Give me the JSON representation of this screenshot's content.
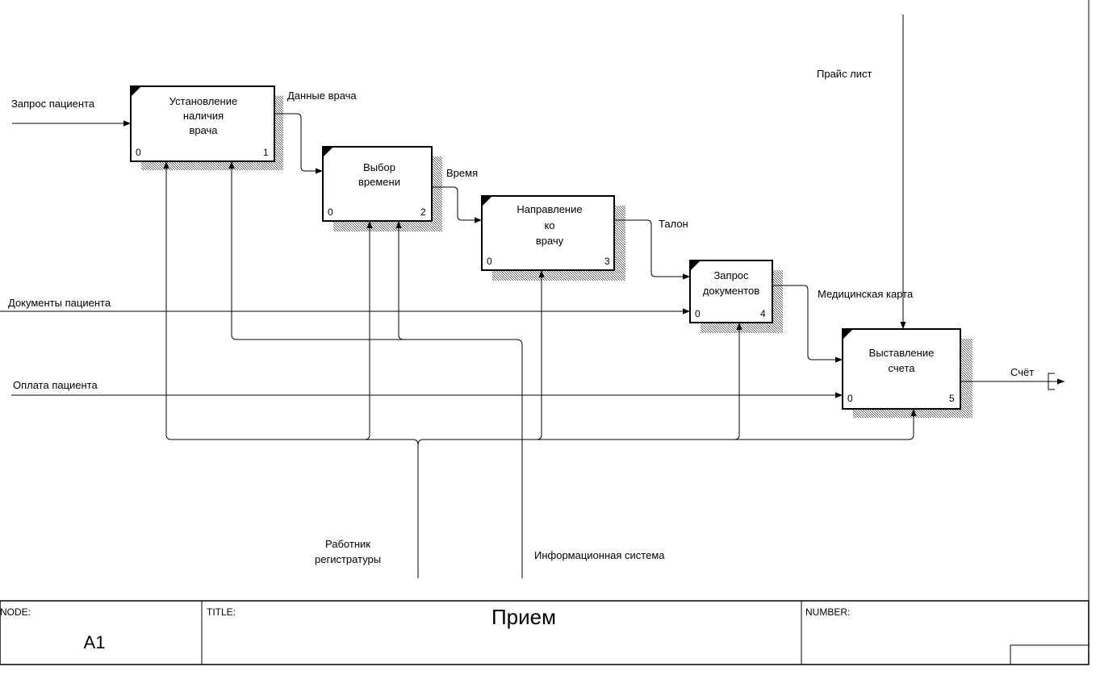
{
  "frame": {
    "node_caption": "NODE:",
    "node_value": "A1",
    "title_caption": "TITLE:",
    "title_value": "Прием",
    "number_caption": "NUMBER:"
  },
  "boxes": [
    {
      "lines": [
        "Установление",
        "наличия",
        "врача"
      ],
      "left_num": "0",
      "right_num": "1"
    },
    {
      "lines": [
        "Выбор",
        "времени"
      ],
      "left_num": "0",
      "right_num": "2"
    },
    {
      "lines": [
        "Направление",
        "ко",
        "врачу"
      ],
      "left_num": "0",
      "right_num": "3"
    },
    {
      "lines": [
        "Запрос",
        "документов"
      ],
      "left_num": "0",
      "right_num": "4"
    },
    {
      "lines": [
        "Выставление",
        "счета"
      ],
      "left_num": "0",
      "right_num": "5"
    }
  ],
  "arrows": {
    "zapros_pacienta": "Запрос пациента",
    "dannye_vracha": "Данные врача",
    "vremya": "Время",
    "talon": "Талон",
    "med_karta": "Медицинская карта",
    "dokumenty_pacienta": "Документы пациента",
    "oplata_pacienta": "Оплата пациента",
    "schet": "Счёт",
    "prais_list": "Прайс лист",
    "rabotnik": [
      "Работник",
      "регистратуры"
    ],
    "info_sistema": "Информационная система"
  }
}
